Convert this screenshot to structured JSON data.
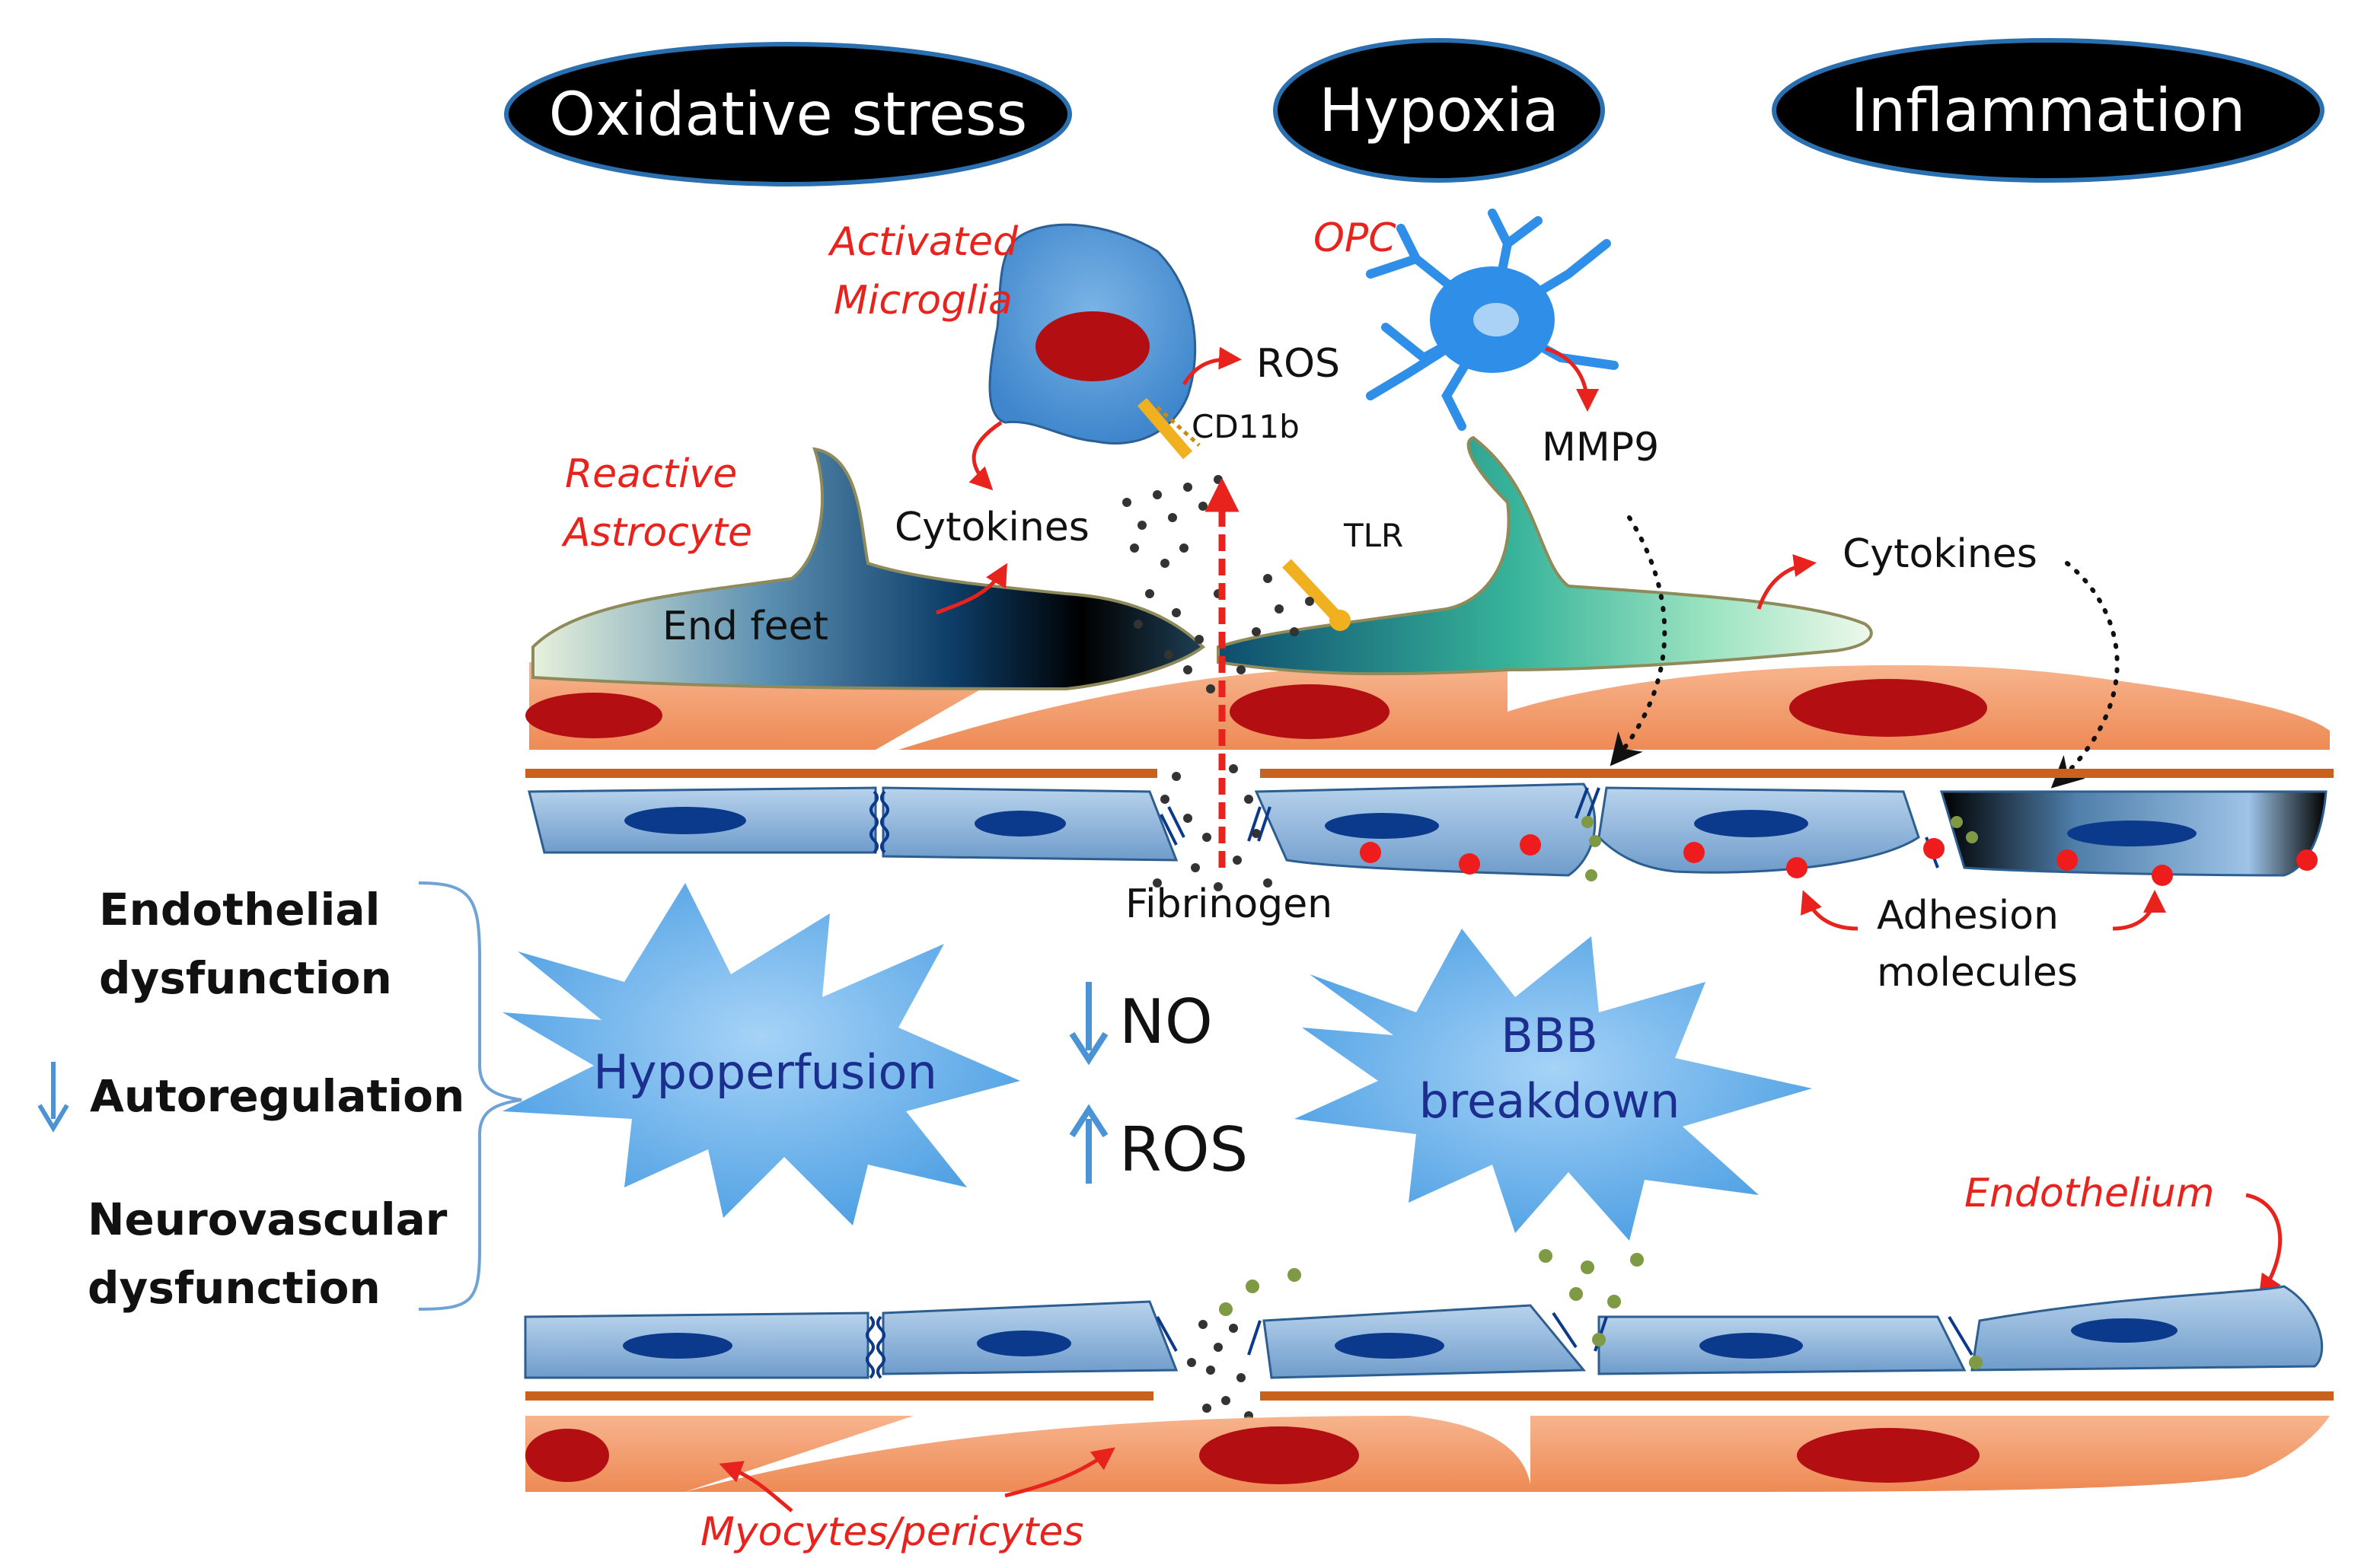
{
  "headers": {
    "oxidative_stress": "Oxidative stress",
    "hypoxia": "Hypoxia",
    "inflammation": "Inflammation"
  },
  "cell_labels": {
    "activated_microglia_line1": "Activated",
    "activated_microglia_line2": "Microglia",
    "opc": "OPC",
    "reactive_astrocyte_line1": "Reactive",
    "reactive_astrocyte_line2": "Astrocyte",
    "endothelium": "Endothelium",
    "myocytes_pericytes": "Myocytes/pericytes"
  },
  "molecule_labels": {
    "ros_top": "ROS",
    "cd11b": "CD11b",
    "mmp9": "MMP9",
    "cytokines_left": "Cytokines",
    "tlr": "TLR",
    "cytokines_right": "Cytokines",
    "end_feet": "End feet",
    "fibrinogen": "Fibrinogen",
    "adhesion_line1": "Adhesion",
    "adhesion_line2": "molecules"
  },
  "side_list": {
    "endothelial_line1": "Endothelial",
    "endothelial_line2": "dysfunction",
    "autoregulation": "Autoregulation",
    "neurovascular_line1": "Neurovascular",
    "neurovascular_line2": "dysfunction"
  },
  "center": {
    "hypoperfusion": "Hypoperfusion",
    "no": "NO",
    "ros": "ROS",
    "bbb_line1": "BBB",
    "bbb_line2": "breakdown"
  },
  "colors": {
    "header_fill": "#000000",
    "header_ring": "#2a6fb0",
    "red_label": "#e8221c",
    "endothelium": "#8fb6dc",
    "nucleus_dark": "#0b3a8c",
    "smooth_muscle": "#f29a6b",
    "nucleus_red": "#b30f12",
    "basement": "#c8621d",
    "star": "#72b4ea",
    "opc": "#2f8fe8",
    "microglia": "#5a9fdc",
    "adhesion_dot": "#ee1c1c",
    "green_dot": "#7f9a45"
  }
}
